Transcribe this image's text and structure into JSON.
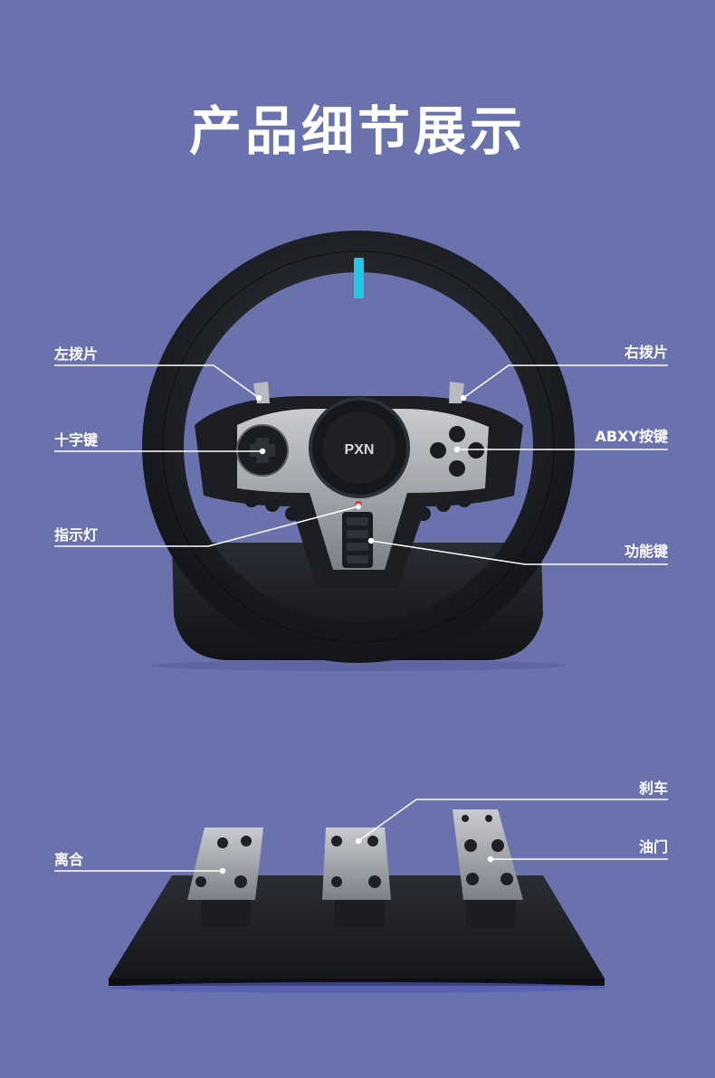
{
  "page": {
    "title": "产品细节展示",
    "background": "#6a72ae",
    "accent": "#23c8e6"
  },
  "wheel": {
    "brand": "PXN",
    "callouts": {
      "left_paddle": "左拨片",
      "right_paddle": "右拨片",
      "dpad": "十字键",
      "abxy": "ABXY按键",
      "indicator": "指示灯",
      "function_keys": "功能键"
    }
  },
  "pedals": {
    "callouts": {
      "brake": "刹车",
      "clutch": "离合",
      "throttle": "油门"
    }
  }
}
